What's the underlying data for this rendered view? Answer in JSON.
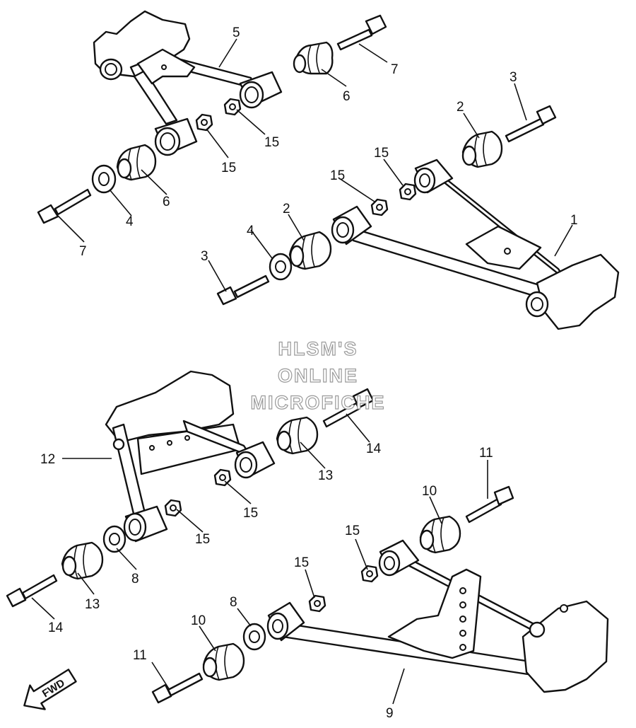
{
  "watermark": [
    "HLSM'S",
    "ONLINE",
    "MICROFICHE"
  ],
  "fwd_label": "FWD",
  "callouts": [
    "1",
    "2",
    "3",
    "4",
    "5",
    "6",
    "7",
    "8",
    "9",
    "10",
    "11",
    "12",
    "13",
    "14",
    "15"
  ]
}
